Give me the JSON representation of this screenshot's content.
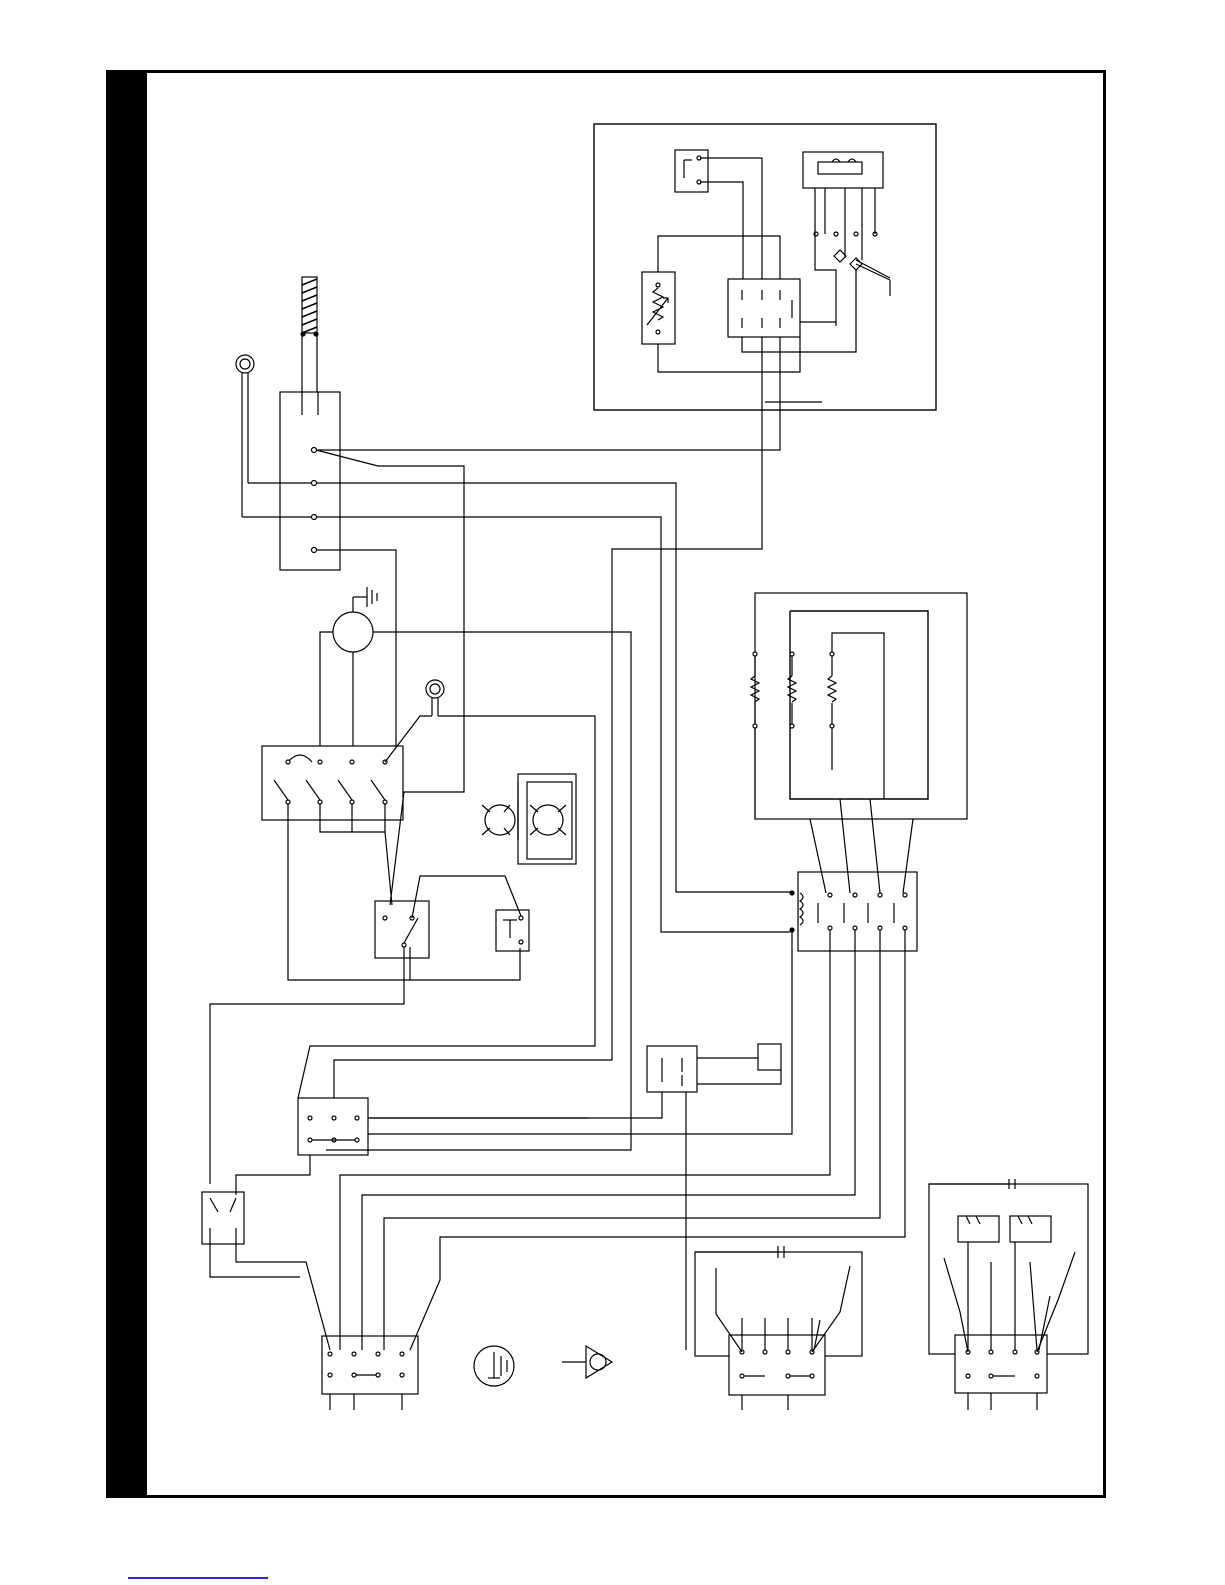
{
  "diagram": {
    "type": "electrical-wiring-schematic",
    "text_labels": [],
    "colors": {
      "line": "#000000",
      "background": "#ffffff",
      "side_bar": "#000000",
      "footer_link": "#2b2bd8"
    },
    "components": [
      "power-cord-plug",
      "terminal-block",
      "pilot-lamp",
      "ground-symbol",
      "motor",
      "rotary-selector-switch",
      "dual-heating-lamps",
      "relay",
      "pushbutton",
      "thermostat-panel",
      "heating-elements",
      "contactor",
      "connector-blocks"
    ]
  }
}
